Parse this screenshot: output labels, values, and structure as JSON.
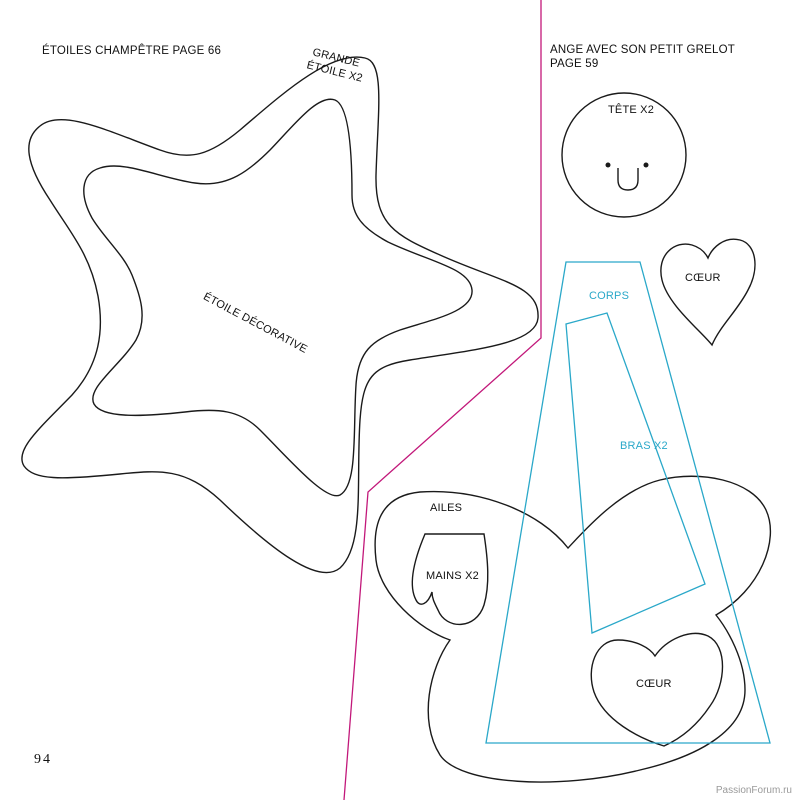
{
  "titles": {
    "stars": "ÉTOILES CHAMPÊTRE PAGE 66",
    "angel_line1": "ANGE AVEC SON PETIT GRELOT",
    "angel_line2": "PAGE 59"
  },
  "pieces": {
    "big_star_line1": "GRANDE",
    "big_star_line2": "ÉTOILE X2",
    "deco_star": "ÉTOILE DÉCORATIVE",
    "head": "TÊTE X2",
    "heart_small": "CŒUR",
    "body": "CORPS",
    "arms": "BRAS X2",
    "wings": "AILES",
    "hands": "MAINS X2",
    "heart_big": "CŒUR"
  },
  "page_number": "94",
  "watermark": "PassionForum.ru",
  "colors": {
    "outline": "#1a1a1a",
    "cut_line": "#c2187a",
    "pattern_cyan": "#2aa8c9"
  }
}
